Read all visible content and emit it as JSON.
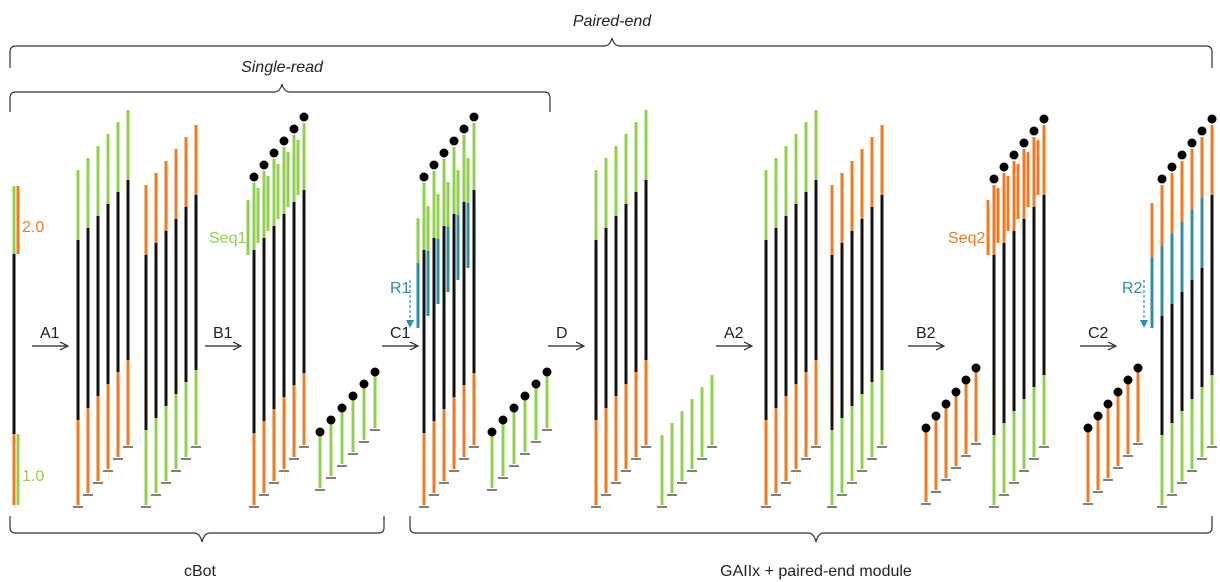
{
  "title_paired_end": "Paired-end",
  "title_single_read": "Single-read",
  "section_left": "cBot",
  "section_right": "GAIIx + paired-end module",
  "primers": {
    "top": "2.0",
    "bottom": "1.0"
  },
  "steps": [
    "A1",
    "B1",
    "C1",
    "D",
    "A2",
    "B2",
    "C2"
  ],
  "reads": {
    "seq1": "Seq1",
    "seq2": "Seq2",
    "r1": "R1",
    "r2": "R2"
  },
  "colors": {
    "green": "#8fd14f",
    "orange": "#f07a22",
    "black": "#111111",
    "teal": "#2e8ea6"
  }
}
